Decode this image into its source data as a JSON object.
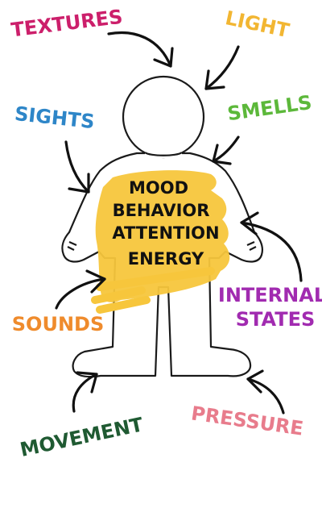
{
  "colors": {
    "textures": "#cc1f6b",
    "light": "#f2b632",
    "sights": "#2e86c8",
    "smells": "#5cb83a",
    "sounds": "#ef8b2c",
    "internal_states": "#a12bb0",
    "movement": "#1f5a32",
    "pressure": "#e87c8c",
    "highlight": "#f7c63c",
    "core_text": "#111111"
  },
  "labels": {
    "textures": "TEXTURES",
    "light": "LIGHT",
    "sights": "SIGHTS",
    "smells": "SMELLS",
    "sounds": "SOUNDS",
    "internal_line1": "INTERNAL",
    "internal_line2": "STATES",
    "movement": "MOVEMENT",
    "pressure": "PRESSURE"
  },
  "core": {
    "line1": "MOOD",
    "line2": "BEHAVIOR",
    "line3": "ATTENTION",
    "line4": "ENERGY"
  },
  "icons": {
    "figure": "person-outline-icon",
    "arrow": "curved-arrow-icon"
  }
}
